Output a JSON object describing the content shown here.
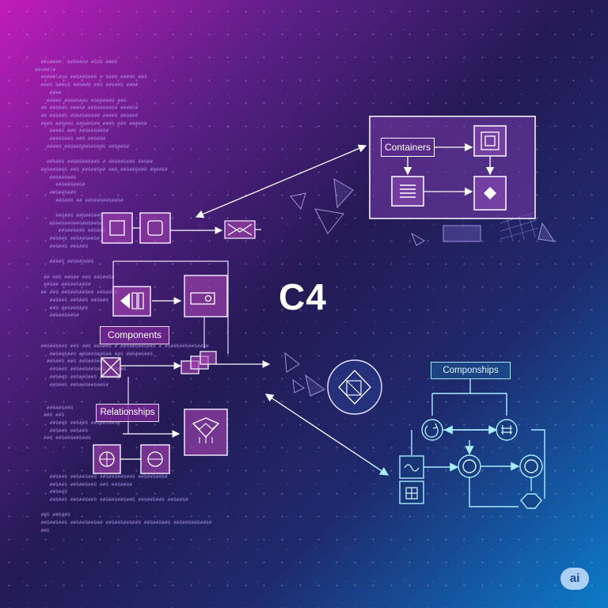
{
  "title": "C4",
  "labels": {
    "containers": "Containers",
    "components": "Components",
    "relationships": "Relationships",
    "componships": "Componships"
  },
  "badge": "ai",
  "code_lines": [
    "  ##e####: ##8##d# #888 ###8",
    "##e##|#",
    "  #####l#e# ##8##8##8 # 8##8 ####8 ##8",
    "  ###8 8##e8 ##8##8 ##8 ##8##8 ####",
    "     ####",
    "    ####8 ##8#8##e #8#####8 ##8",
    "  ## ##8##8 ###8# ##8##8##8# ####8#",
    "  ## ##8##8 #8##8##8## ####8 ##8##8",
    "  ###8 ##8##8 ##8##8## ###8 ##8 ####8#",
    "     ####8 ##8 ##8##8##8#",
    "     ####8##8 ##8 ##8#8#",
    "    ####8 ##8##8##8#8##8 ##8##8#",
    "",
    "    ##8##8 ##8#8##8##8 # ##8##8##8 ##8##",
    "  ##8##8##8 ##8 ##8##8## ##8 ##8##8##8 ####8#",
    "     ##8##8##8",
    "       ##8##8##8#",
    "     ##8##8##8",
    "       ##8##8 ## ##8##8##8##8#",
    "",
    "       ##8##8 ##8##8##8",
    "     #8##8##8##8##8##8#",
    "        ##8##8##8 ##8##8",
    "     ##8##8 ##8##8##8#",
    "     ##8##8 ##8##8",
    "",
    "     ####8 ##8##8##8",
    "",
    "   ## ##8 ##8## ##8 ##8##8#",
    "   ##8## ##8##8##8#",
    "  ## ##8 ##8##8##8## ##8##8#",
    "     ##8##8 ##8##8 ##8##8",
    "     ##8 ##8##8##8",
    "     ##8##8##8#",
    "",
    "",
    "",
    "  ##8##8##8 ##8 ##8 ##8##8 # ##8##8##8##8 # #8##8##8##8##8#",
    "     ##8##8##8 ##8##8##8## ##8 ##8##8##8",
    "    ##8##8 ##8 ##8##8##8",
    "     ##8##8 ##8##8##8##8 ##8##8",
    "     ##8##8 ##8##8##8 ##8##8#",
    "     ##8##8 ##8##8##8##8#",
    "",
    "",
    "    ##8##8##8",
    "   ##8 ##8",
    "     ##8##8 ##8##8 ##8##8##8#",
    "     ##8##8 ##8##8",
    "   ##8 ##8##8##8##8",
    "",
    "",
    "",
    "",
    "     ##8##8 ##8##8##8 ##8##8##8##8 ##8##8##8#",
    "     ##8##8 ##8##8##8 ##8 ##8##8#",
    "     ##8##8",
    "     ##8##8 ##8##8##8 ##8##8##8##8 ##8##8##8 ##8##8#",
    "",
    "  ##8 ##8##8",
    "  ##8##8##8 ##8##8##8## ##8##8##8##8 ##8##8##8 ##8##8##8##8#",
    "  ##8"
  ]
}
